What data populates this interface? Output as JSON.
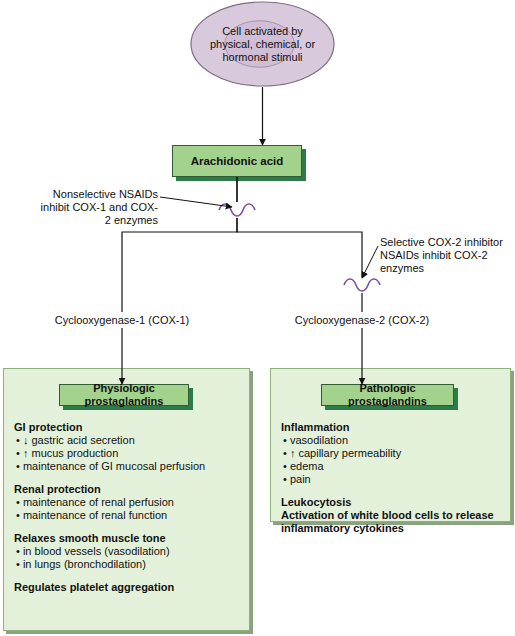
{
  "diagram": {
    "nodes": [
      {
        "text": [
          "Cell activated by physical, chemical, or hormonal stimuli"
        ]
      },
      {
        "text": [
          "Arachidonic acid"
        ]
      },
      {
        "text": [
          "GI protection",
          "• ↓ gastric acid secretion",
          "• ↑ mucus production",
          "• maintenance of GI mucosal perfusion",
          "Renal protection",
          "• maintenance of renal perfusion",
          "• maintenance of renal function",
          "Relaxes smooth muscle tone",
          "• in blood vessels (vasodilation)",
          "• in lungs (bronchodilation)",
          "Regulates platelet aggregation"
        ]
      },
      {
        "text": [
          "Physiologic prostaglandins"
        ],
        "in": 2
      },
      {
        "text": [
          "Inflammation",
          "• vasodilation",
          "• ↑ capillary permeability",
          "• edema",
          "• pain",
          "Leukocytosis",
          "Activation of white blood cells to release inflammatory cytokines"
        ]
      },
      {
        "text": [
          "Pathologic prostaglandins"
        ],
        "in": 4
      }
    ],
    "edges": [
      {
        "from": 0,
        "to": 1,
        "arrow": "to"
      },
      {
        "from": 1,
        "to": 3,
        "label": "Cyclooxygenase-1 (COX-1)",
        "arrow": "to"
      },
      {
        "from": 1,
        "to": 5,
        "label": "Cyclooxygenase-2 (COX-2)",
        "arrow": "to"
      }
    ],
    "labels": [
      "Nonselective NSAIDs inhibit COX-1 and COX-2 enzymes",
      "Selective COX-2 inhibitor NSAIDs inhibit COX-2 enzymes"
    ]
  }
}
